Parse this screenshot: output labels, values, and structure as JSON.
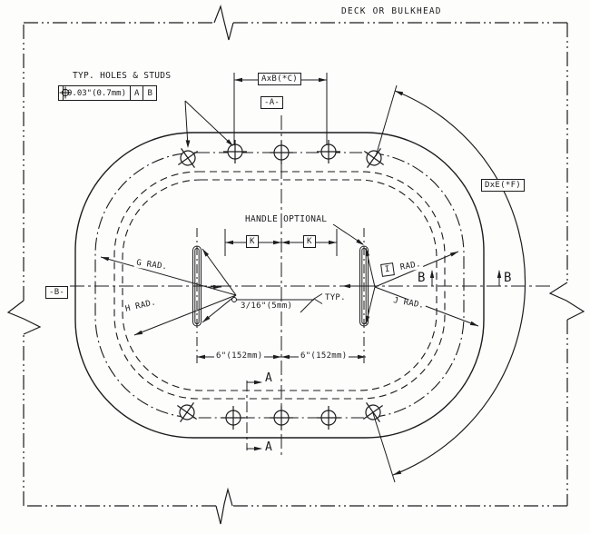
{
  "style": {
    "ink": "#1c1c1c",
    "paper": "#fdfdfc"
  },
  "drawing": {
    "header_note": "DECK OR BULKHEAD",
    "holes_note": "TYP. HOLES & STUDS",
    "tolerance_frame": {
      "symbol_icon": "position-tolerance-icon",
      "tolerance": "0.03\"(0.7mm)",
      "primary_datum": "A",
      "secondary_datum": "B"
    },
    "datum_flags": {
      "a": "-A-",
      "b": "-B-"
    },
    "dimensions": {
      "hole_spacing_top": "AxB(*C)",
      "overall_arc": "DxE(*F)",
      "k_left": "K",
      "k_right": "K",
      "handle_left": "6\"(152mm)",
      "handle_right": "6\"(152mm)",
      "gap": "3/16\"(5mm)",
      "gap_qualifier": "TYP."
    },
    "radii": {
      "g": "G RAD.",
      "h": "H RAD.",
      "i_box": "I",
      "i_suffix": "RAD.",
      "j": "J RAD."
    },
    "labels": {
      "handle": "HANDLE OPTIONAL"
    },
    "sections": {
      "a": "A",
      "b": "B"
    }
  }
}
